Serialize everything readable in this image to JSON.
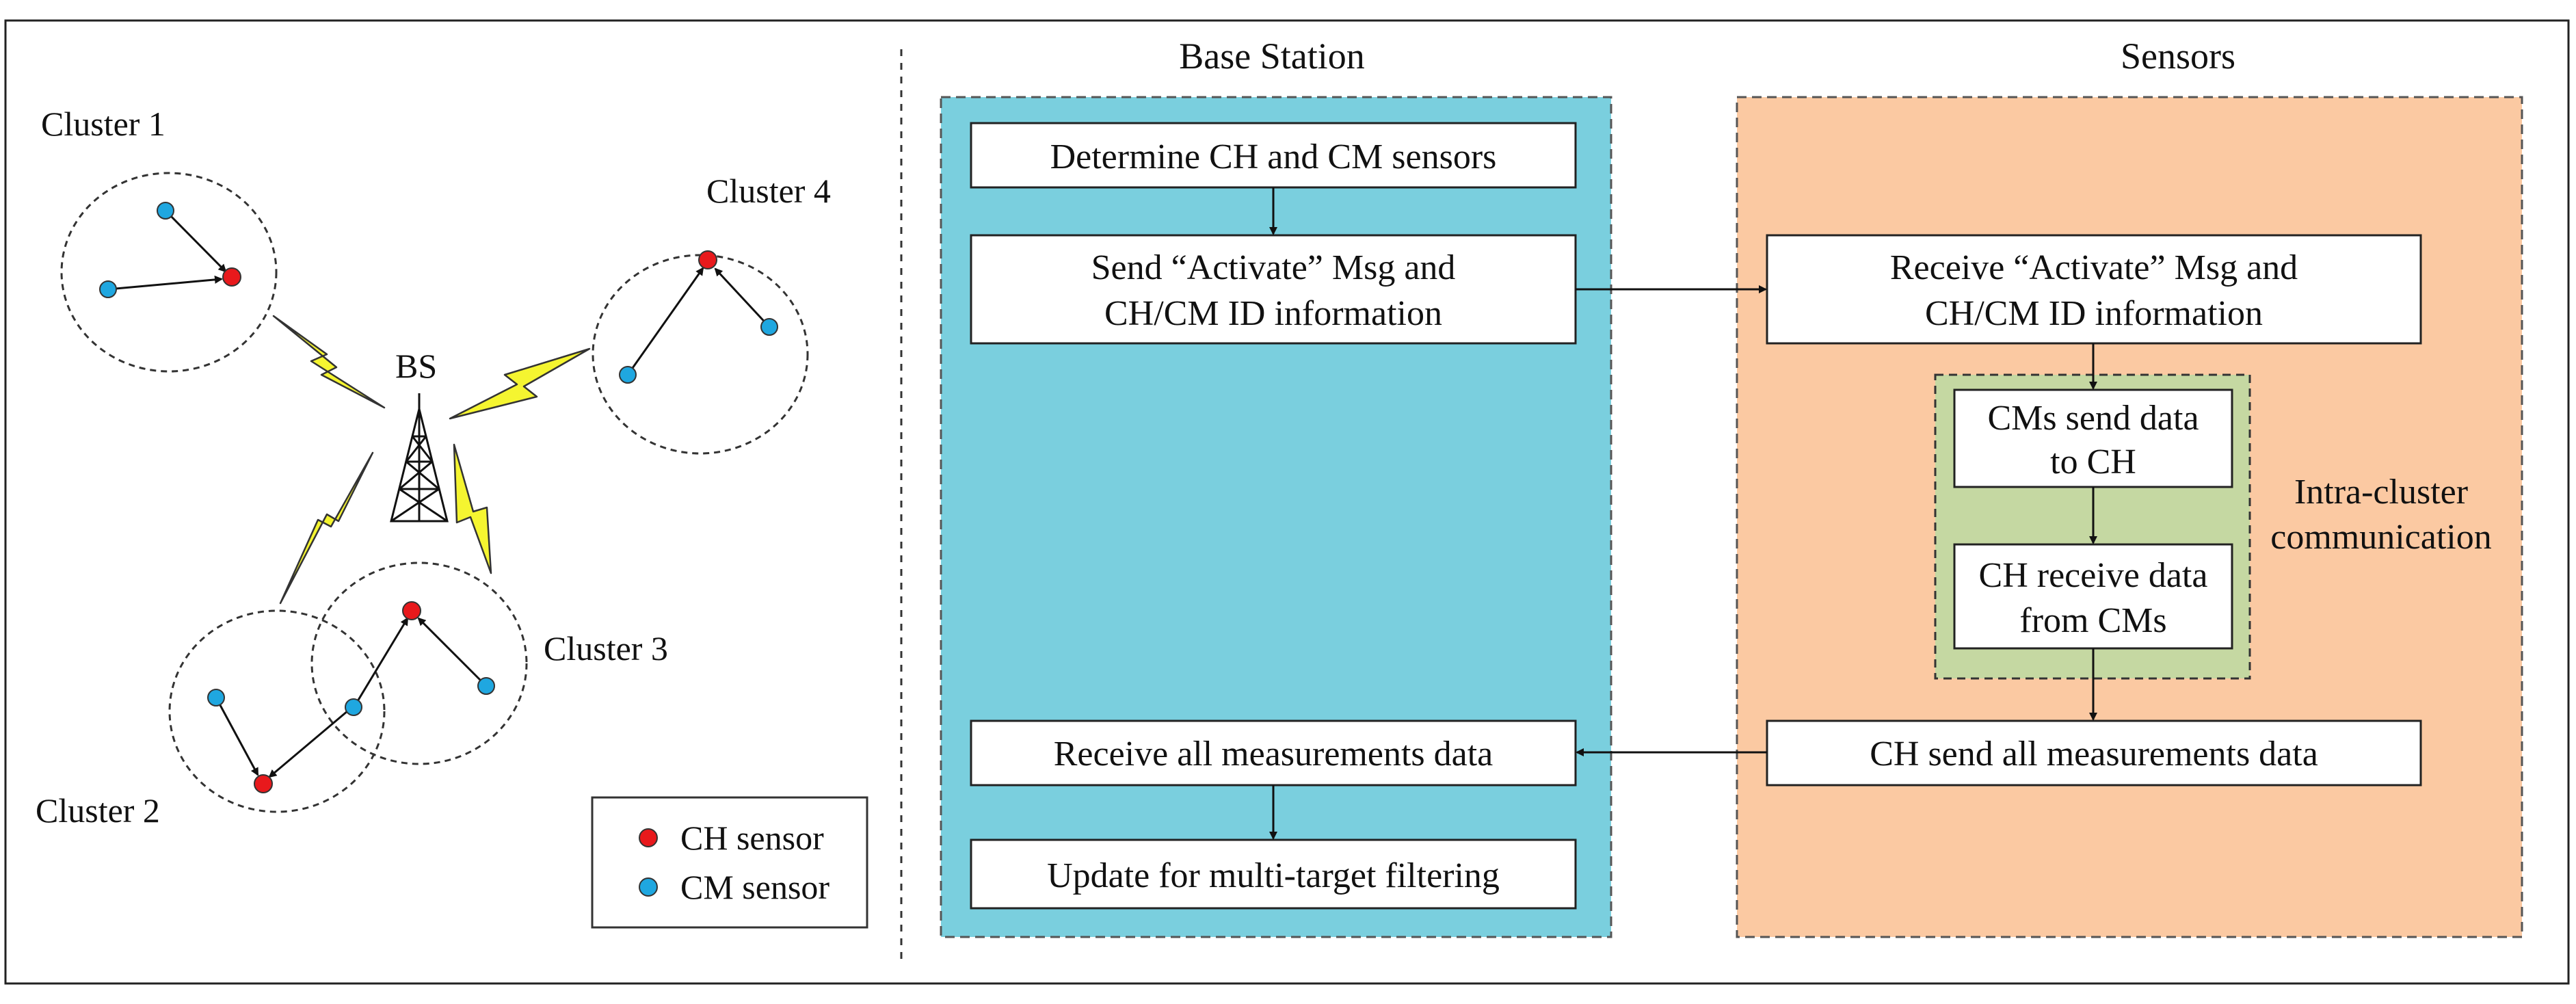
{
  "colors": {
    "base_station_panel": "#7acfde",
    "sensors_panel": "#fbc9a2",
    "intra_cluster_panel": "#c5d8a2",
    "ch_sensor": "#e8191c",
    "cm_sensor": "#1fa7e0",
    "lightning": "#f5f530"
  },
  "network": {
    "bs_label": "BS",
    "clusters": [
      "Cluster 1",
      "Cluster 2",
      "Cluster 3",
      "Cluster 4"
    ]
  },
  "legend": {
    "ch_label": "CH sensor",
    "cm_label": "CM sensor"
  },
  "columns": {
    "base_station": "Base Station",
    "sensors": "Sensors"
  },
  "base_station_steps": {
    "determine": "Determine CH and CM sensors",
    "send_line1": "Send “Activate” Msg and",
    "send_line2": "CH/CM ID information",
    "receive_all": "Receive all measurements data",
    "update": "Update for multi-target filtering"
  },
  "sensor_steps": {
    "receive_line1": "Receive “Activate” Msg and",
    "receive_line2": "CH/CM ID information",
    "cms_send_line1": "CMs send data",
    "cms_send_line2": "to CH",
    "ch_receive_line1": "CH receive data",
    "ch_receive_line2": "from CMs",
    "ch_send_all": "CH send all measurements data"
  },
  "intra_cluster": {
    "line1": "Intra-cluster",
    "line2": "communication"
  }
}
